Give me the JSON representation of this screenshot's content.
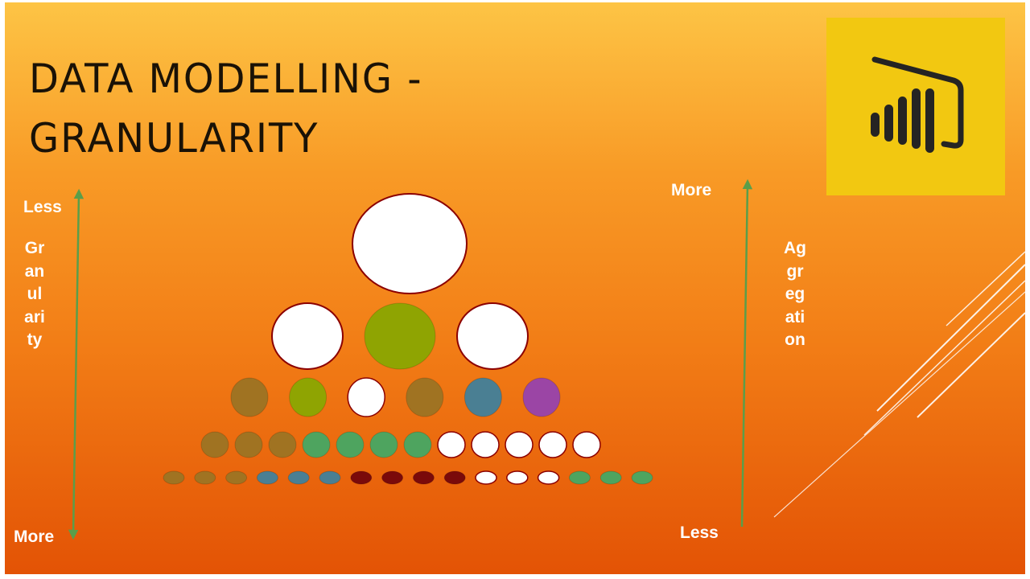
{
  "slide": {
    "title": "DATA MODELLING - GRANULARITY",
    "logo_icon": "power-bi-logo-icon",
    "logo_bg_color": "#f2c811",
    "granularity_axis": {
      "word": "Granularity",
      "top_label": "Less",
      "bottom_label": "More",
      "arrow_color": "#5a9e4a"
    },
    "aggregation_axis": {
      "word": "Aggregation",
      "top_label": "More",
      "bottom_label": "Less",
      "arrow_color": "#5a9e4a"
    },
    "pyramid": {
      "stroke_color": "#8b0000",
      "levels": [
        [
          "#ffffff"
        ],
        [
          "#ffffff",
          "#8fa402",
          "#ffffff"
        ],
        [
          "#a07322",
          "#8fa402",
          "#ffffff",
          "#a07322",
          "#4a7f93",
          "#9b45a5"
        ],
        [
          "#a07322",
          "#a07322",
          "#a07322",
          "#4ea45f",
          "#4ea45f",
          "#4ea45f",
          "#4ea45f",
          "#ffffff",
          "#ffffff",
          "#ffffff",
          "#ffffff",
          "#ffffff"
        ],
        [
          "#a07322",
          "#a07322",
          "#a07322",
          "#4a7f93",
          "#4a7f93",
          "#4a7f93",
          "#7a0a0a",
          "#7a0a0a",
          "#7a0a0a",
          "#7a0a0a",
          "#ffffff",
          "#ffffff",
          "#ffffff",
          "#4ea45f",
          "#4ea45f",
          "#4ea45f"
        ]
      ]
    }
  }
}
